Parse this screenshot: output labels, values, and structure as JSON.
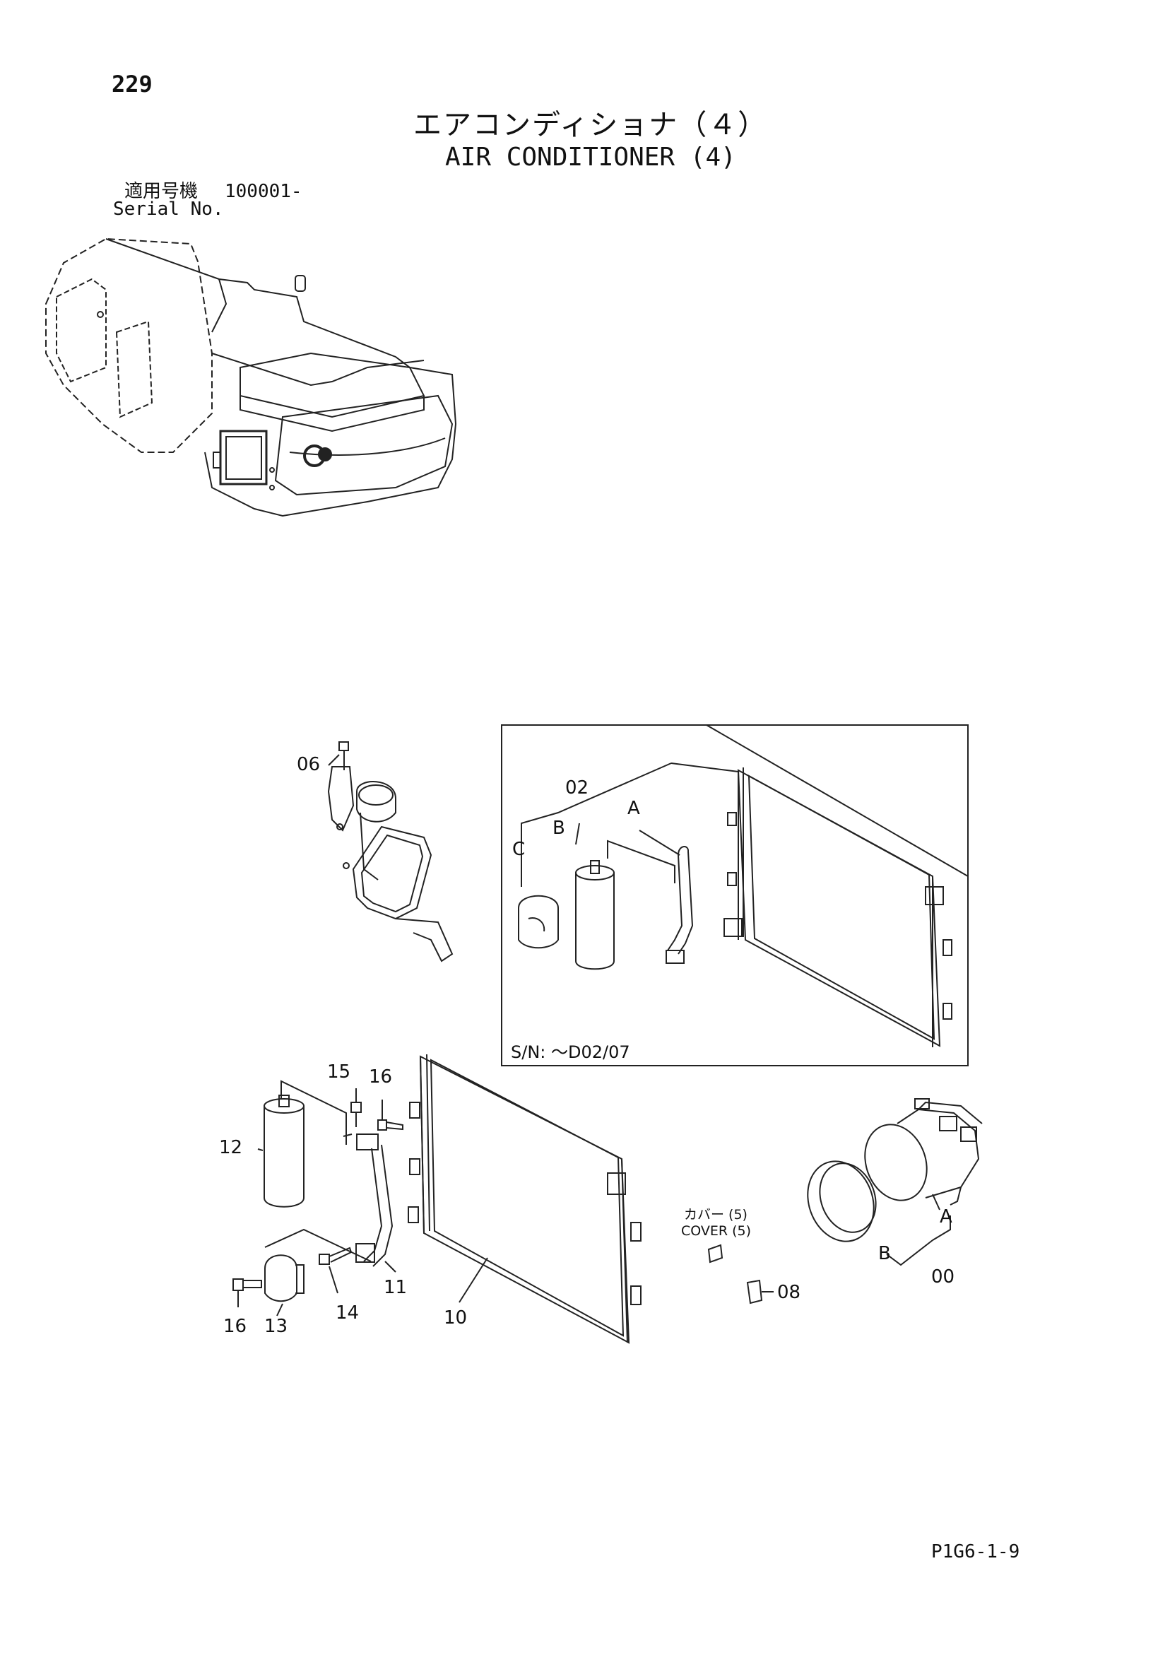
{
  "header": {
    "page_number": "229",
    "title_jp": "エアコンディショナ（４）",
    "title_en": "AIR CONDITIONER (4)",
    "serial_label_jp": "適用号機",
    "serial_value": "100001-",
    "serial_label_en": "Serial No."
  },
  "callouts": {
    "c06": "06",
    "c02": "02",
    "cA_inset": "A",
    "cB_inset": "B",
    "cC_inset": "C",
    "inset_serial": "S/N: ～D02/07",
    "c15": "15",
    "c16_top": "16",
    "c12": "12",
    "c11": "11",
    "c14": "14",
    "c10": "10",
    "c16_bottom": "16",
    "c13": "13",
    "cover_jp": "カバー (5)",
    "cover_en": "COVER (5)",
    "c08": "08",
    "cA_comp": "A",
    "cB_comp": "B",
    "c00": "00"
  },
  "footer": {
    "page_code": "P1G6-1-9"
  }
}
